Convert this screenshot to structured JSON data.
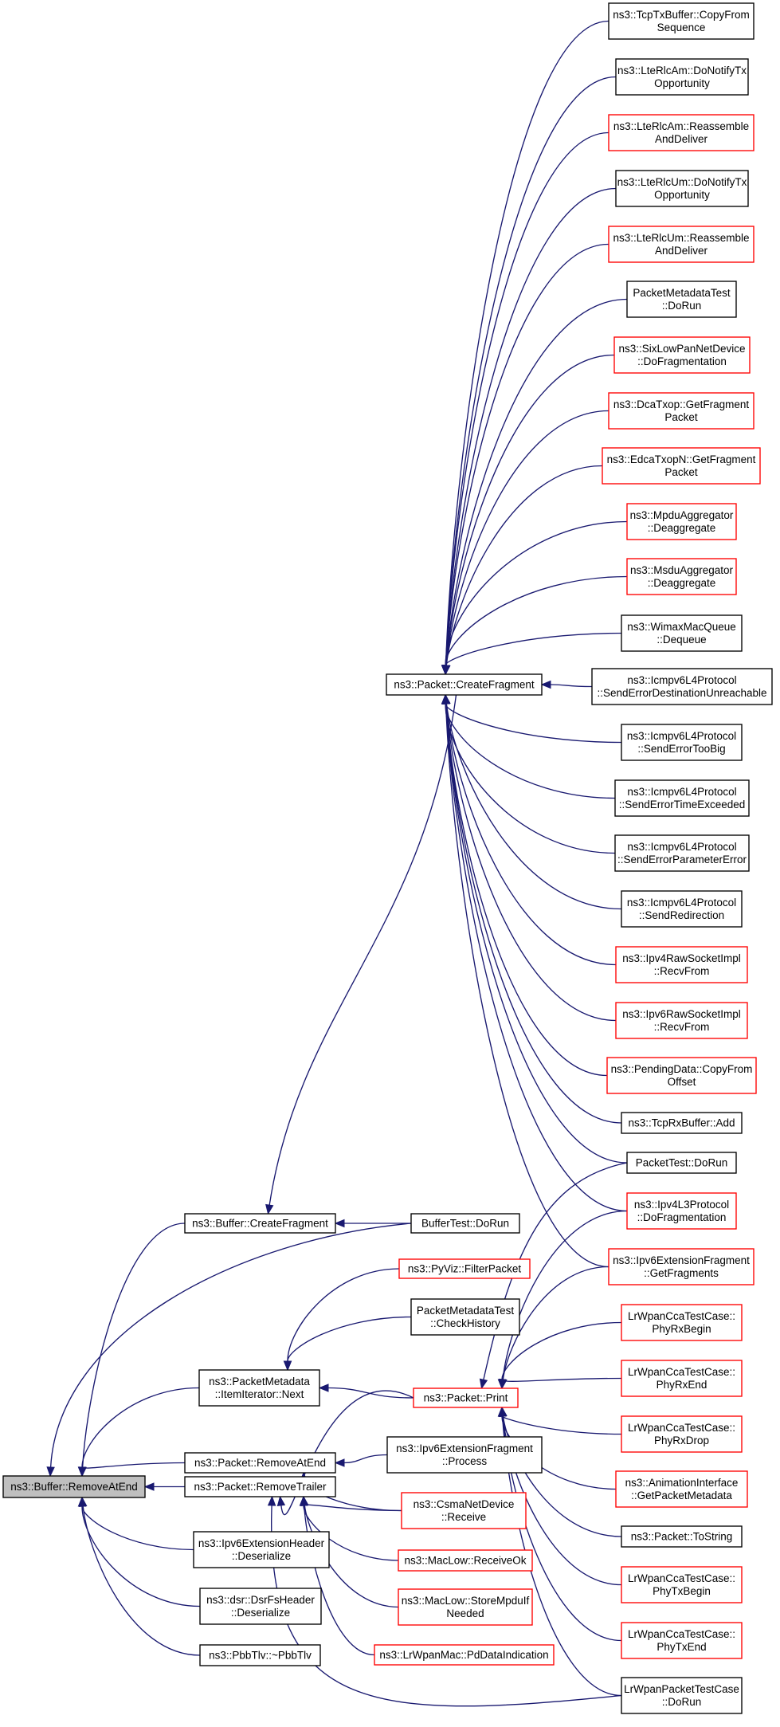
{
  "graph": {
    "title": "",
    "colors": {
      "edge": "#191970",
      "border_default": "#000000",
      "border_truncated": "#ff0000",
      "focus_fill": "#bfbfbf",
      "background": "#ffffff"
    },
    "nodes": [
      {
        "id": "n_remove_at_end",
        "lines": [
          "ns3::Buffer::RemoveAtEnd"
        ],
        "style": "focus"
      },
      {
        "id": "n_buffer_create_fragment",
        "lines": [
          "ns3::Buffer::CreateFragment"
        ],
        "style": "normal"
      },
      {
        "id": "n_item_iterator_next",
        "lines": [
          "ns3::PacketMetadata",
          "::ItemIterator::Next"
        ],
        "style": "normal"
      },
      {
        "id": "n_packet_remove_at_end",
        "lines": [
          "ns3::Packet::RemoveAtEnd"
        ],
        "style": "normal"
      },
      {
        "id": "n_packet_remove_trailer",
        "lines": [
          "ns3::Packet::RemoveTrailer"
        ],
        "style": "normal"
      },
      {
        "id": "n_ipv6_ext_header_deserialize",
        "lines": [
          "ns3::Ipv6ExtensionHeader",
          "::Deserialize"
        ],
        "style": "normal"
      },
      {
        "id": "n_dsr_fs_header_deserialize",
        "lines": [
          "ns3::dsr::DsrFsHeader",
          "::Deserialize"
        ],
        "style": "normal"
      },
      {
        "id": "n_pbbtlv_dtor",
        "lines": [
          "ns3::PbbTlv::~PbbTlv"
        ],
        "style": "normal"
      },
      {
        "id": "n_packet_create_fragment",
        "lines": [
          "ns3::Packet::CreateFragment"
        ],
        "style": "normal"
      },
      {
        "id": "n_buffertest_dorun",
        "lines": [
          "BufferTest::DoRun"
        ],
        "style": "normal"
      },
      {
        "id": "n_pyviz_filter",
        "lines": [
          "ns3::PyViz::FilterPacket"
        ],
        "style": "truncated"
      },
      {
        "id": "n_pm_test_checkhistory",
        "lines": [
          "PacketMetadataTest",
          "::CheckHistory"
        ],
        "style": "normal"
      },
      {
        "id": "n_packet_print",
        "lines": [
          "ns3::Packet::Print"
        ],
        "style": "truncated"
      },
      {
        "id": "n_ipv6_ext_fragment_process",
        "lines": [
          "ns3::Ipv6ExtensionFragment",
          "::Process"
        ],
        "style": "normal"
      },
      {
        "id": "n_csma_receive",
        "lines": [
          "ns3::CsmaNetDevice",
          "::Receive"
        ],
        "style": "truncated"
      },
      {
        "id": "n_maclow_receiveok",
        "lines": [
          "ns3::MacLow::ReceiveOk"
        ],
        "style": "truncated"
      },
      {
        "id": "n_maclow_storempdu",
        "lines": [
          "ns3::MacLow::StoreMpduIf",
          "Needed"
        ],
        "style": "truncated"
      },
      {
        "id": "n_lrwpan_pddata",
        "lines": [
          "ns3::LrWpanMac::PdDataIndication"
        ],
        "style": "truncated"
      },
      {
        "id": "n_tcptx_copy",
        "lines": [
          "ns3::TcpTxBuffer::CopyFrom",
          "Sequence"
        ],
        "style": "normal"
      },
      {
        "id": "n_rlcam_notify",
        "lines": [
          "ns3::LteRlcAm::DoNotifyTx",
          "Opportunity"
        ],
        "style": "normal"
      },
      {
        "id": "n_rlcam_reassemble",
        "lines": [
          "ns3::LteRlcAm::Reassemble",
          "AndDeliver"
        ],
        "style": "truncated"
      },
      {
        "id": "n_rlcum_notify",
        "lines": [
          "ns3::LteRlcUm::DoNotifyTx",
          "Opportunity"
        ],
        "style": "normal"
      },
      {
        "id": "n_rlcum_reassemble",
        "lines": [
          "ns3::LteRlcUm::Reassemble",
          "AndDeliver"
        ],
        "style": "truncated"
      },
      {
        "id": "n_pm_test_dorun",
        "lines": [
          "PacketMetadataTest",
          "::DoRun"
        ],
        "style": "normal"
      },
      {
        "id": "n_sixlowpan_frag",
        "lines": [
          "ns3::SixLowPanNetDevice",
          "::DoFragmentation"
        ],
        "style": "truncated"
      },
      {
        "id": "n_dcatxop_getfrag",
        "lines": [
          "ns3::DcaTxop::GetFragment",
          "Packet"
        ],
        "style": "truncated"
      },
      {
        "id": "n_edcatxop_getfrag",
        "lines": [
          "ns3::EdcaTxopN::GetFragment",
          "Packet"
        ],
        "style": "truncated"
      },
      {
        "id": "n_mpdu_deagg",
        "lines": [
          "ns3::MpduAggregator",
          "::Deaggregate"
        ],
        "style": "truncated"
      },
      {
        "id": "n_msdu_deagg",
        "lines": [
          "ns3::MsduAggregator",
          "::Deaggregate"
        ],
        "style": "truncated"
      },
      {
        "id": "n_wimax_dequeue",
        "lines": [
          "ns3::WimaxMacQueue",
          "::Dequeue"
        ],
        "style": "normal"
      },
      {
        "id": "n_icmpv6_dest_unreach",
        "lines": [
          "ns3::Icmpv6L4Protocol",
          "::SendErrorDestinationUnreachable"
        ],
        "style": "normal"
      },
      {
        "id": "n_icmpv6_toobig",
        "lines": [
          "ns3::Icmpv6L4Protocol",
          "::SendErrorTooBig"
        ],
        "style": "normal"
      },
      {
        "id": "n_icmpv6_timeexceeded",
        "lines": [
          "ns3::Icmpv6L4Protocol",
          "::SendErrorTimeExceeded"
        ],
        "style": "normal"
      },
      {
        "id": "n_icmpv6_paramerror",
        "lines": [
          "ns3::Icmpv6L4Protocol",
          "::SendErrorParameterError"
        ],
        "style": "normal"
      },
      {
        "id": "n_icmpv6_redirect",
        "lines": [
          "ns3::Icmpv6L4Protocol",
          "::SendRedirection"
        ],
        "style": "normal"
      },
      {
        "id": "n_ipv4raw_recvfrom",
        "lines": [
          "ns3::Ipv4RawSocketImpl",
          "::RecvFrom"
        ],
        "style": "truncated"
      },
      {
        "id": "n_ipv6raw_recvfrom",
        "lines": [
          "ns3::Ipv6RawSocketImpl",
          "::RecvFrom"
        ],
        "style": "truncated"
      },
      {
        "id": "n_pending_copy",
        "lines": [
          "ns3::PendingData::CopyFrom",
          "Offset"
        ],
        "style": "truncated"
      },
      {
        "id": "n_tcprx_add",
        "lines": [
          "ns3::TcpRxBuffer::Add"
        ],
        "style": "normal"
      },
      {
        "id": "n_packettest_dorun",
        "lines": [
          "PacketTest::DoRun"
        ],
        "style": "normal"
      },
      {
        "id": "n_ipv4l3_frag",
        "lines": [
          "ns3::Ipv4L3Protocol",
          "::DoFragmentation"
        ],
        "style": "truncated"
      },
      {
        "id": "n_ipv6ext_getfrags",
        "lines": [
          "ns3::Ipv6ExtensionFragment",
          "::GetFragments"
        ],
        "style": "truncated"
      },
      {
        "id": "n_lrwpan_phyrxbegin",
        "lines": [
          "LrWpanCcaTestCase::",
          "PhyRxBegin"
        ],
        "style": "truncated"
      },
      {
        "id": "n_lrwpan_phyrxend",
        "lines": [
          "LrWpanCcaTestCase::",
          "PhyRxEnd"
        ],
        "style": "truncated"
      },
      {
        "id": "n_lrwpan_phyrxdrop",
        "lines": [
          "LrWpanCcaTestCase::",
          "PhyRxDrop"
        ],
        "style": "truncated"
      },
      {
        "id": "n_anim_getpktmeta",
        "lines": [
          "ns3::AnimationInterface",
          "::GetPacketMetadata"
        ],
        "style": "truncated"
      },
      {
        "id": "n_packet_tostring",
        "lines": [
          "ns3::Packet::ToString"
        ],
        "style": "normal"
      },
      {
        "id": "n_lrwpan_phytxbegin",
        "lines": [
          "LrWpanCcaTestCase::",
          "PhyTxBegin"
        ],
        "style": "truncated"
      },
      {
        "id": "n_lrwpan_phytxend",
        "lines": [
          "LrWpanCcaTestCase::",
          "PhyTxEnd"
        ],
        "style": "truncated"
      },
      {
        "id": "n_lrwpan_packettest",
        "lines": [
          "LrWpanPacketTestCase",
          "::DoRun"
        ],
        "style": "normal"
      }
    ],
    "edges": [
      {
        "from": "n_buffer_create_fragment",
        "to": "n_remove_at_end"
      },
      {
        "from": "n_buffertest_dorun",
        "to": "n_remove_at_end"
      },
      {
        "from": "n_item_iterator_next",
        "to": "n_remove_at_end"
      },
      {
        "from": "n_packet_remove_at_end",
        "to": "n_remove_at_end"
      },
      {
        "from": "n_packet_remove_trailer",
        "to": "n_remove_at_end"
      },
      {
        "from": "n_ipv6_ext_header_deserialize",
        "to": "n_remove_at_end"
      },
      {
        "from": "n_dsr_fs_header_deserialize",
        "to": "n_remove_at_end"
      },
      {
        "from": "n_pbbtlv_dtor",
        "to": "n_remove_at_end"
      },
      {
        "from": "n_packet_create_fragment",
        "to": "n_buffer_create_fragment"
      },
      {
        "from": "n_buffertest_dorun",
        "to": "n_buffer_create_fragment"
      },
      {
        "from": "n_pyviz_filter",
        "to": "n_item_iterator_next"
      },
      {
        "from": "n_pm_test_checkhistory",
        "to": "n_item_iterator_next"
      },
      {
        "from": "n_packet_print",
        "to": "n_item_iterator_next"
      },
      {
        "from": "n_ipv6_ext_fragment_process",
        "to": "n_packet_remove_at_end"
      },
      {
        "from": "n_csma_receive",
        "to": "n_packet_remove_at_end"
      },
      {
        "from": "n_csma_receive",
        "to": "n_packet_remove_trailer"
      },
      {
        "from": "n_maclow_receiveok",
        "to": "n_packet_remove_trailer"
      },
      {
        "from": "n_maclow_storempdu",
        "to": "n_packet_remove_trailer"
      },
      {
        "from": "n_lrwpan_pddata",
        "to": "n_packet_remove_trailer"
      },
      {
        "from": "n_lrwpan_packettest",
        "to": "n_packet_remove_trailer"
      },
      {
        "from": "n_tcptx_copy",
        "to": "n_packet_create_fragment"
      },
      {
        "from": "n_rlcam_notify",
        "to": "n_packet_create_fragment"
      },
      {
        "from": "n_rlcam_reassemble",
        "to": "n_packet_create_fragment"
      },
      {
        "from": "n_rlcum_notify",
        "to": "n_packet_create_fragment"
      },
      {
        "from": "n_rlcum_reassemble",
        "to": "n_packet_create_fragment"
      },
      {
        "from": "n_pm_test_dorun",
        "to": "n_packet_create_fragment"
      },
      {
        "from": "n_sixlowpan_frag",
        "to": "n_packet_create_fragment"
      },
      {
        "from": "n_dcatxop_getfrag",
        "to": "n_packet_create_fragment"
      },
      {
        "from": "n_edcatxop_getfrag",
        "to": "n_packet_create_fragment"
      },
      {
        "from": "n_mpdu_deagg",
        "to": "n_packet_create_fragment"
      },
      {
        "from": "n_msdu_deagg",
        "to": "n_packet_create_fragment"
      },
      {
        "from": "n_wimax_dequeue",
        "to": "n_packet_create_fragment"
      },
      {
        "from": "n_icmpv6_dest_unreach",
        "to": "n_packet_create_fragment"
      },
      {
        "from": "n_icmpv6_toobig",
        "to": "n_packet_create_fragment"
      },
      {
        "from": "n_icmpv6_timeexceeded",
        "to": "n_packet_create_fragment"
      },
      {
        "from": "n_icmpv6_paramerror",
        "to": "n_packet_create_fragment"
      },
      {
        "from": "n_icmpv6_redirect",
        "to": "n_packet_create_fragment"
      },
      {
        "from": "n_ipv4raw_recvfrom",
        "to": "n_packet_create_fragment"
      },
      {
        "from": "n_ipv6raw_recvfrom",
        "to": "n_packet_create_fragment"
      },
      {
        "from": "n_pending_copy",
        "to": "n_packet_create_fragment"
      },
      {
        "from": "n_tcprx_add",
        "to": "n_packet_create_fragment"
      },
      {
        "from": "n_packettest_dorun",
        "to": "n_packet_create_fragment"
      },
      {
        "from": "n_ipv4l3_frag",
        "to": "n_packet_create_fragment"
      },
      {
        "from": "n_ipv6ext_getfrags",
        "to": "n_packet_create_fragment"
      },
      {
        "from": "n_packettest_dorun",
        "to": "n_packet_print"
      },
      {
        "from": "n_ipv4l3_frag",
        "to": "n_packet_print"
      },
      {
        "from": "n_ipv6ext_getfrags",
        "to": "n_packet_print"
      },
      {
        "from": "n_lrwpan_phyrxbegin",
        "to": "n_packet_print"
      },
      {
        "from": "n_lrwpan_phyrxend",
        "to": "n_packet_print"
      },
      {
        "from": "n_lrwpan_phyrxdrop",
        "to": "n_packet_print"
      },
      {
        "from": "n_anim_getpktmeta",
        "to": "n_packet_print"
      },
      {
        "from": "n_packet_tostring",
        "to": "n_packet_print"
      },
      {
        "from": "n_lrwpan_phytxbegin",
        "to": "n_packet_print"
      },
      {
        "from": "n_lrwpan_phytxend",
        "to": "n_packet_print"
      },
      {
        "from": "n_lrwpan_packettest",
        "to": "n_packet_print"
      },
      {
        "from": "n_packet_print",
        "to": "n_packet_remove_trailer"
      }
    ]
  }
}
